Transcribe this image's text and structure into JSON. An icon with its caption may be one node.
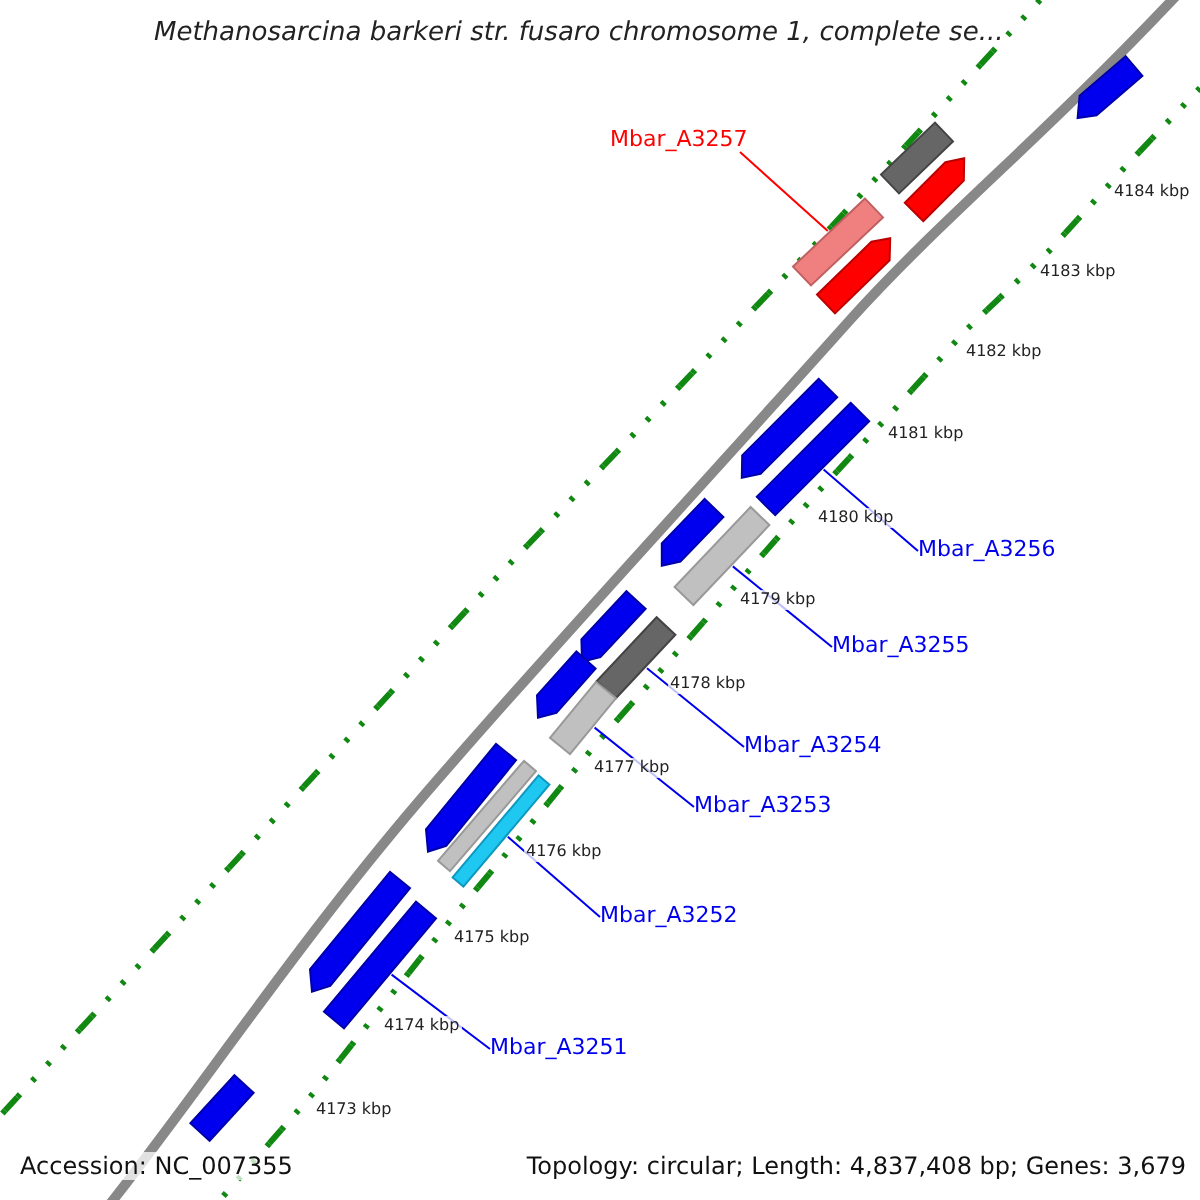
{
  "diagram": {
    "title": "Methanosarcina barkeri str. fusaro chromosome 1, complete se...",
    "nodes": [
      {
        "text": [
          "Mbar_A3257"
        ]
      },
      {
        "text": [
          "Mbar_A3256"
        ]
      },
      {
        "text": [
          "Mbar_A3255"
        ]
      },
      {
        "text": [
          "Mbar_A3254"
        ]
      },
      {
        "text": [
          "Mbar_A3253"
        ]
      },
      {
        "text": [
          "Mbar_A3252"
        ]
      },
      {
        "text": [
          "Mbar_A3251"
        ]
      },
      {
        "text": [],
        "shape": "arrow"
      },
      {
        "text": [],
        "shape": "bar"
      },
      {
        "text": [],
        "shape": "arrow"
      },
      {
        "text": [],
        "shape": "bar"
      },
      {
        "text": [],
        "shape": "arrow"
      },
      {
        "text": [],
        "shape": "arrow"
      },
      {
        "text": [],
        "shape": "bar"
      },
      {
        "text": [],
        "shape": "arrow"
      },
      {
        "text": [],
        "shape": "bar"
      },
      {
        "text": [],
        "shape": "arrow"
      },
      {
        "text": [],
        "shape": "bar"
      },
      {
        "text": [],
        "shape": "arrow"
      },
      {
        "text": [],
        "shape": "bar"
      },
      {
        "text": [],
        "shape": "arrow"
      },
      {
        "text": [],
        "shape": "bar"
      },
      {
        "text": [],
        "shape": "bar"
      },
      {
        "text": [],
        "shape": "arrow"
      },
      {
        "text": [],
        "shape": "bar"
      },
      {
        "text": [],
        "shape": "bar"
      }
    ],
    "edges": [
      {
        "from": 0,
        "to": 10,
        "arrow": "none",
        "color": "#ff0000"
      },
      {
        "from": 1,
        "to": 13,
        "arrow": "none"
      },
      {
        "from": 2,
        "to": 15,
        "arrow": "none"
      },
      {
        "from": 3,
        "to": 17,
        "arrow": "none"
      },
      {
        "from": 4,
        "to": 19,
        "arrow": "none"
      },
      {
        "from": 5,
        "to": 22,
        "arrow": "none"
      },
      {
        "from": 6,
        "to": 24,
        "arrow": "none"
      }
    ],
    "labels": [
      "4184 kbp",
      "4183 kbp",
      "4182 kbp",
      "4181 kbp",
      "4180 kbp",
      "4179 kbp",
      "4178 kbp",
      "4177 kbp",
      "4176 kbp",
      "4175 kbp",
      "4174 kbp",
      "4173 kbp",
      "Accession: NC_007355",
      "Topology: circular; Length: 4,837,408 bp; Genes: 3,679"
    ]
  }
}
